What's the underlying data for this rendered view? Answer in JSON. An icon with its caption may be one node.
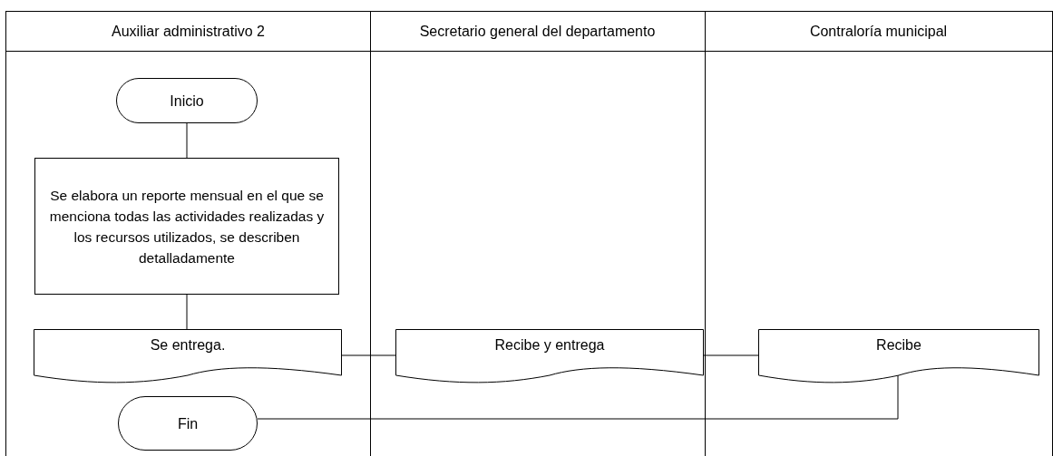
{
  "diagram": {
    "nodes": [
      {
        "text": [
          "Auxiliar administrativo 2"
        ]
      },
      {
        "text": [
          "Secretario general del departamento"
        ]
      },
      {
        "text": [
          "Contraloría municipal"
        ]
      },
      {
        "text": [
          "Inicio"
        ],
        "in": 0
      },
      {
        "text": [
          "Se elabora un reporte mensual en el que se menciona todas las actividades realizadas y los recursos utilizados, se describen detalladamente"
        ],
        "in": 0
      },
      {
        "text": [
          "Se entrega."
        ],
        "in": 0
      },
      {
        "text": [
          "Recibe y entrega"
        ],
        "in": 1
      },
      {
        "text": [
          "Recibe"
        ],
        "in": 2
      },
      {
        "text": [
          "Fin"
        ],
        "in": 0
      }
    ],
    "edges": [
      {
        "from": 3,
        "to": 4,
        "arrow": "none"
      },
      {
        "from": 4,
        "to": 5,
        "arrow": "none"
      },
      {
        "from": 5,
        "to": 6,
        "arrow": "none"
      },
      {
        "from": 6,
        "to": 7,
        "arrow": "none"
      },
      {
        "from": 7,
        "to": 8,
        "arrow": "none"
      }
    ]
  }
}
